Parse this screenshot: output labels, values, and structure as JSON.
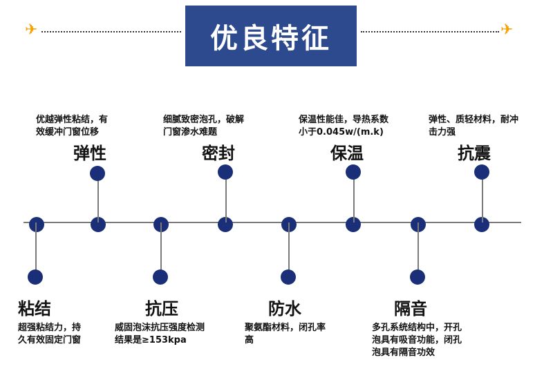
{
  "title": "优良特征",
  "colors": {
    "title_bg": "#2e4a8e",
    "dot": "#1a2f78",
    "line": "#7a7a7a",
    "accent": "#f5a000"
  },
  "icons": {
    "left": "plane-icon",
    "right": "plane-icon"
  },
  "top_features": [
    {
      "heading": "弹性",
      "desc_lines": [
        "优越弹性粘结，有",
        "效缓冲门窗位移"
      ]
    },
    {
      "heading": "密封",
      "desc_lines": [
        "细腻致密泡孔，破解",
        "门窗渗水难题"
      ]
    },
    {
      "heading": "保温",
      "desc_lines": [
        "保温性能佳，导热系数",
        "小于0.045w/(m.k)"
      ]
    },
    {
      "heading": "抗震",
      "desc_lines": [
        "弹性、质轻材料，耐冲",
        "击力强"
      ]
    }
  ],
  "bottom_features": [
    {
      "heading": "粘结",
      "desc_lines": [
        "超强粘结力，持",
        "久有效固定门窗"
      ]
    },
    {
      "heading": "抗压",
      "desc_lines": [
        "威固泡沫抗压强度检测",
        "结果是≥153kpa"
      ]
    },
    {
      "heading": "防水",
      "desc_lines": [
        "聚氨酯材料，闭孔率",
        "高"
      ]
    },
    {
      "heading": "隔音",
      "desc_lines": [
        "多孔系统结构中，开孔",
        "泡具有吸音功能，闭孔",
        "泡具有隔音功效"
      ]
    }
  ]
}
